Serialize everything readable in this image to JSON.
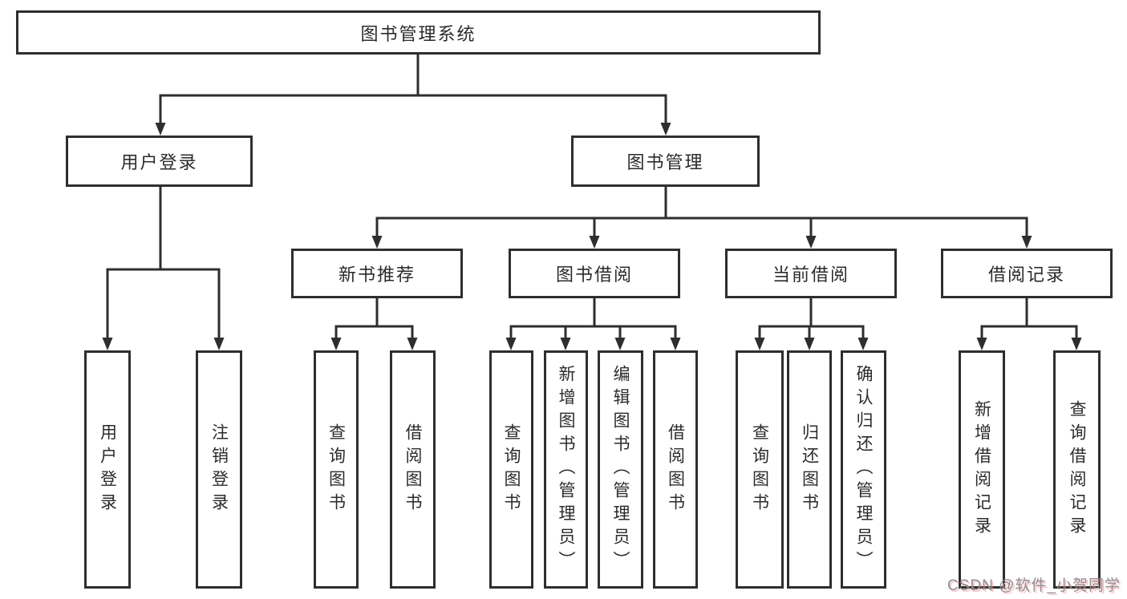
{
  "diagram": {
    "title": "图书管理系统",
    "colors": {
      "line": "#2e2e2e",
      "text": "#2b2b2b",
      "background": "#ffffff",
      "watermark": "#8d8d96"
    }
  },
  "root": {
    "label": "图书管理系统"
  },
  "level2": [
    {
      "label": "用户登录"
    },
    {
      "label": "图书管理"
    }
  ],
  "level3": [
    {
      "label": "新书推荐",
      "parent": "图书管理"
    },
    {
      "label": "图书借阅",
      "parent": "图书管理"
    },
    {
      "label": "当前借阅",
      "parent": "图书管理"
    },
    {
      "label": "借阅记录",
      "parent": "图书管理"
    }
  ],
  "leaves": [
    {
      "label": "用户登录",
      "parent": "用户登录"
    },
    {
      "label": "注销登录",
      "parent": "用户登录"
    },
    {
      "label": "查询图书",
      "parent": "新书推荐"
    },
    {
      "label": "借阅图书",
      "parent": "新书推荐"
    },
    {
      "label": "查询图书",
      "parent": "图书借阅"
    },
    {
      "label": "新增图书（管理员）",
      "parent": "图书借阅"
    },
    {
      "label": "编辑图书（管理员）",
      "parent": "图书借阅"
    },
    {
      "label": "借阅图书",
      "parent": "图书借阅"
    },
    {
      "label": "查询图书",
      "parent": "当前借阅"
    },
    {
      "label": "归还图书",
      "parent": "当前借阅"
    },
    {
      "label": "确认归还（管理员）",
      "parent": "当前借阅"
    },
    {
      "label": "新增借阅记录",
      "parent": "借阅记录"
    },
    {
      "label": "查询借阅记录",
      "parent": "借阅记录"
    }
  ],
  "watermark": {
    "text": "CSDN @软件_小贺同学"
  }
}
